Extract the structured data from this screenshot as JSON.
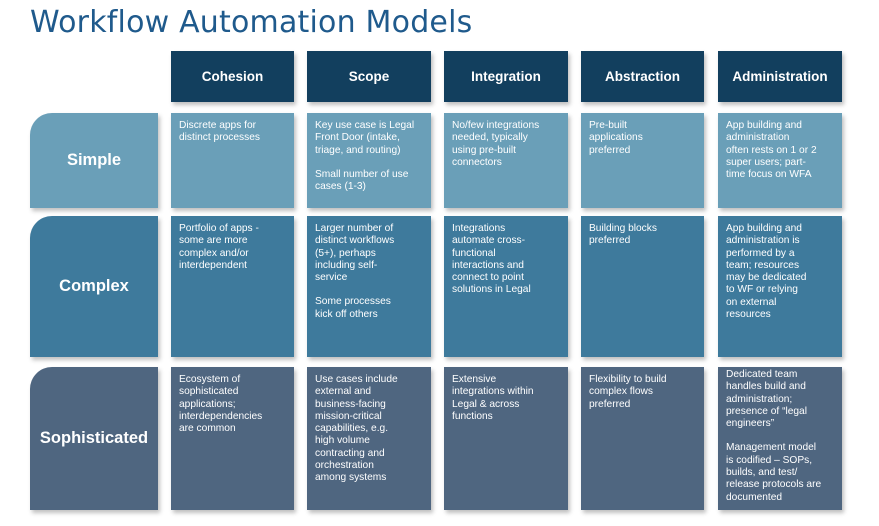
{
  "title": "Workflow Automation Models",
  "columns": [
    "Cohesion",
    "Scope",
    "Integration",
    "Abstraction",
    "Administration"
  ],
  "rows": [
    {
      "label": "Simple",
      "cells": [
        [
          "Discrete apps for\ndistinct processes"
        ],
        [
          "Key use case is Legal\nFront Door (intake,\ntriage, and routing)",
          "Small number of use\ncases (1-3)"
        ],
        [
          "No/few integrations\nneeded, typically\nusing pre-built\nconnectors"
        ],
        [
          "Pre-built\napplications\npreferred"
        ],
        [
          "App building and\nadministration\noften rests on 1 or 2\nsuper users; part-\ntime focus on WFA"
        ]
      ]
    },
    {
      "label": "Complex",
      "cells": [
        [
          "Portfolio of apps -\nsome are more\ncomplex and/or\ninterdependent"
        ],
        [
          "Larger number of\ndistinct workflows\n(5+), perhaps\nincluding self-\nservice",
          "Some processes\nkick off others"
        ],
        [
          "Integrations\nautomate cross-\nfunctional\ninteractions and\nconnect to point\nsolutions in Legal"
        ],
        [
          "Building blocks\npreferred"
        ],
        [
          "App building and\nadministration is\nperformed by a\nteam; resources\nmay be dedicated\nto WF or relying\non external\nresources"
        ]
      ]
    },
    {
      "label": "Sophisticated",
      "cells": [
        [
          "Ecosystem of\nsophisticated\napplications;\ninterdependencies\nare common"
        ],
        [
          "Use cases include\nexternal and\nbusiness-facing\nmission-critical\ncapabilities, e.g.\nhigh volume\ncontracting and\norchestration\namong systems"
        ],
        [
          "Extensive\nintegrations within\nLegal & across\nfunctions"
        ],
        [
          "Flexibility to build\ncomplex flows\npreferred"
        ],
        [
          "Dedicated team\nhandles build and\nadministration;\npresence of “legal\nengineers”",
          "Management model\nis codified – SOPs,\nbuilds, and test/\nrelease protocols are\ndocumented"
        ]
      ]
    }
  ]
}
